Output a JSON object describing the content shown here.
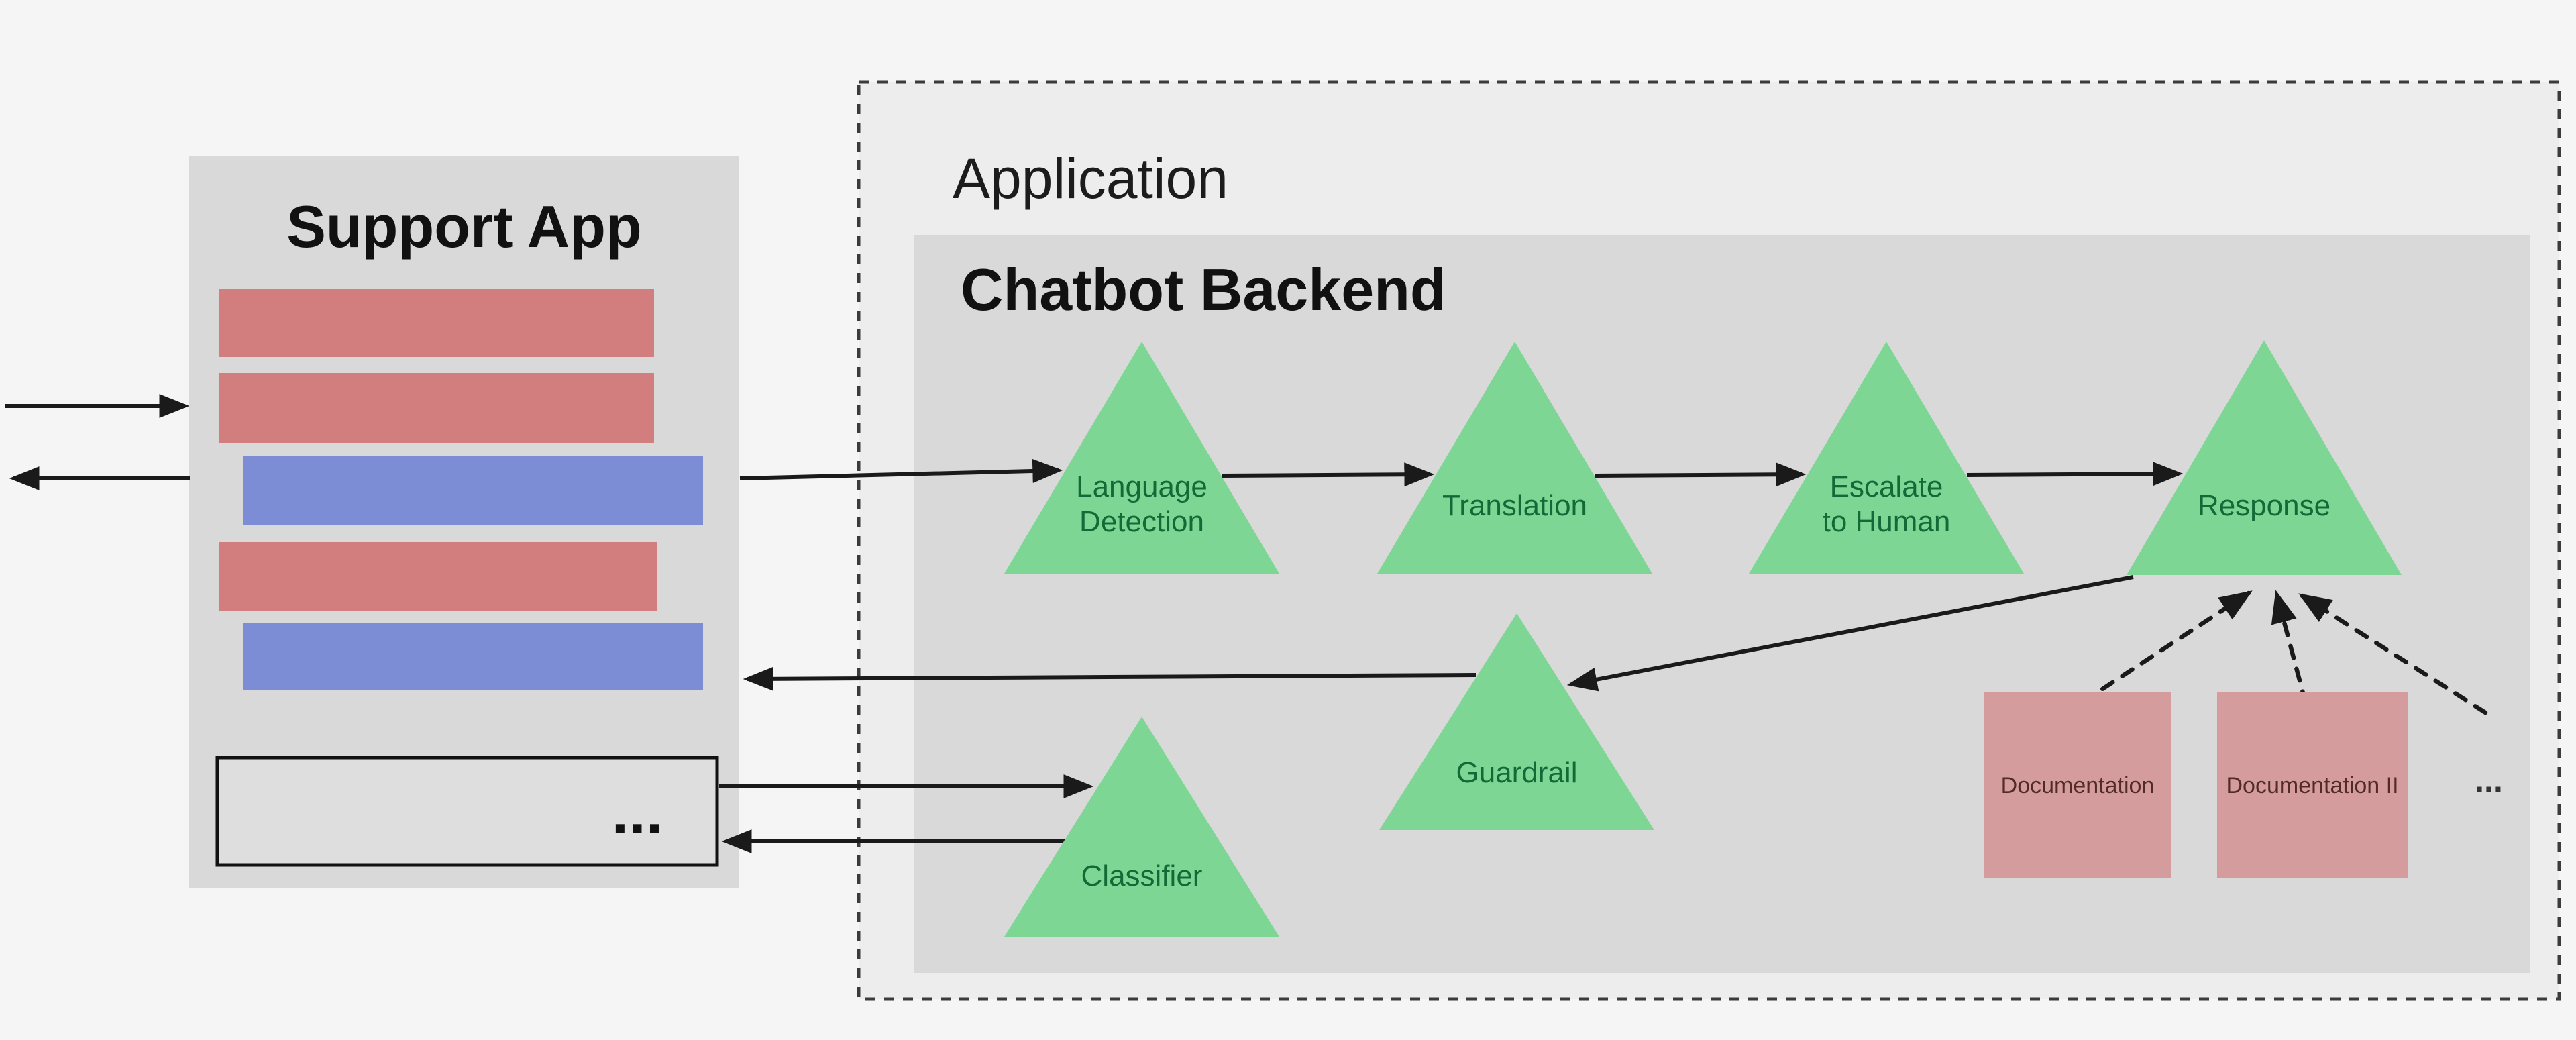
{
  "colors": {
    "page_bg": "#f5f5f6",
    "application_fill": "#ededee",
    "panel_gray": "#d9d9da",
    "ellipsis_box_fill": "#dededf",
    "bar_red": "#d37e7e",
    "bar_blue": "#7c8dd6",
    "triangle_green": "#7ed694",
    "triangle_text": "#156937",
    "doc_pink": "#d49c9c",
    "doc_text": "#532a2a",
    "arrow_black": "#1a1a1a"
  },
  "support_app": {
    "title": "Support App",
    "ellipsis": "...",
    "bars": [
      {
        "color": "red"
      },
      {
        "color": "red"
      },
      {
        "color": "blue"
      },
      {
        "color": "red"
      },
      {
        "color": "blue"
      }
    ]
  },
  "application": {
    "title": "Application"
  },
  "chatbot_backend": {
    "title": "Chatbot Backend",
    "triangles": [
      {
        "name": "language-detection",
        "lines": [
          "Language",
          "Detection"
        ]
      },
      {
        "name": "translation",
        "lines": [
          "Translation"
        ]
      },
      {
        "name": "escalate-to-human",
        "lines": [
          "Escalate",
          "to Human"
        ]
      },
      {
        "name": "response",
        "lines": [
          "Response"
        ]
      },
      {
        "name": "guardrail",
        "lines": [
          "Guardrail"
        ]
      },
      {
        "name": "classifier",
        "lines": [
          "Classifier"
        ]
      }
    ],
    "documents": [
      {
        "label": "Documentation"
      },
      {
        "label": "Documentation II"
      }
    ],
    "documents_ellipsis": "..."
  }
}
